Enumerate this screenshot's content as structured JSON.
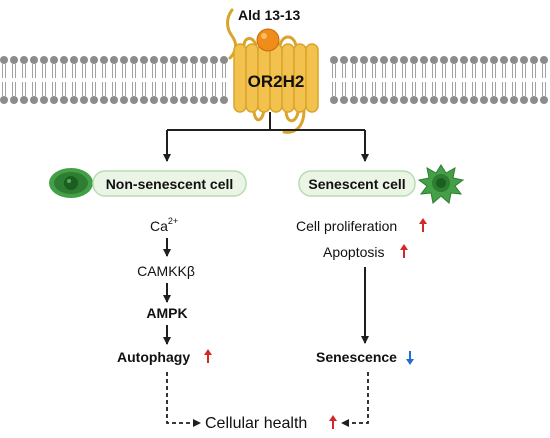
{
  "colors": {
    "background": "#ffffff",
    "membrane_bead": "#8c8c8c",
    "membrane_tail": "#a3a3a3",
    "receptor": "#f2c14e",
    "receptor_stroke": "#d9a42a",
    "ligand": "#f08c1a",
    "arrow": "#1f1f1f",
    "up_arrow": "#d62728",
    "down_arrow": "#1f6fd0",
    "cell_green": "#43a047",
    "cell_dark": "#1b5e20",
    "box_fill": "#eaf5e6",
    "box_stroke": "#b7ddb0"
  },
  "icons": {
    "up": "up-arrow-icon",
    "down": "down-arrow-icon",
    "non_senescent_cell": "round-cell-icon",
    "senescent_cell": "spiky-cell-icon"
  },
  "ligand": {
    "label": "Ald 13-13"
  },
  "receptor": {
    "label": "OR2H2"
  },
  "left": {
    "title": "Non-senescent cell",
    "ca_base": "Ca",
    "ca_sup": "2+",
    "step2": "CAMKKβ",
    "step3": "AMPK",
    "step4": "Autophagy"
  },
  "right": {
    "title": "Senescent cell",
    "item1": "Cell proliferation",
    "item2": "Apoptosis",
    "item3": "Senescence"
  },
  "bottom": {
    "label": "Cellular health"
  }
}
